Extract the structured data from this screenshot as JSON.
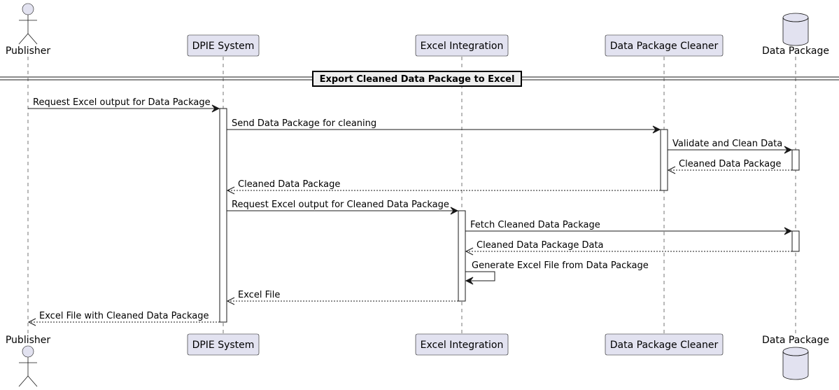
{
  "colors": {
    "participant_fill": "#E2E2F0",
    "participant_stroke": "#181818",
    "lifeline": "#181818",
    "activation_fill": "#FFFFFF",
    "divider_fill": "#EEEEEE",
    "line": "#181818"
  },
  "participants": [
    {
      "id": "publisher",
      "label": "Publisher",
      "kind": "actor"
    },
    {
      "id": "dpie",
      "label": "DPIE System",
      "kind": "participant"
    },
    {
      "id": "excel",
      "label": "Excel Integration",
      "kind": "participant"
    },
    {
      "id": "cleaner",
      "label": "Data Package Cleaner",
      "kind": "participant"
    },
    {
      "id": "package",
      "label": "Data Package",
      "kind": "database"
    }
  ],
  "divider": {
    "label": "Export Cleaned Data Package to Excel"
  },
  "messages": [
    {
      "from": "publisher",
      "to": "dpie",
      "label": "Request Excel output for Data Package",
      "style": "sync"
    },
    {
      "from": "dpie",
      "to": "cleaner",
      "label": "Send Data Package for cleaning",
      "style": "sync"
    },
    {
      "from": "cleaner",
      "to": "package",
      "label": "Validate and Clean Data",
      "style": "sync"
    },
    {
      "from": "package",
      "to": "cleaner",
      "label": "Cleaned Data Package",
      "style": "return"
    },
    {
      "from": "cleaner",
      "to": "dpie",
      "label": "Cleaned Data Package",
      "style": "return"
    },
    {
      "from": "dpie",
      "to": "excel",
      "label": "Request Excel output for Cleaned Data Package",
      "style": "sync"
    },
    {
      "from": "excel",
      "to": "package",
      "label": "Fetch Cleaned Data Package",
      "style": "sync"
    },
    {
      "from": "package",
      "to": "excel",
      "label": "Cleaned Data Package Data",
      "style": "return"
    },
    {
      "from": "excel",
      "to": "excel",
      "label": "Generate Excel File from Data Package",
      "style": "self"
    },
    {
      "from": "excel",
      "to": "dpie",
      "label": "Excel File",
      "style": "return"
    },
    {
      "from": "dpie",
      "to": "publisher",
      "label": "Excel File with Cleaned Data Package",
      "style": "return"
    }
  ]
}
